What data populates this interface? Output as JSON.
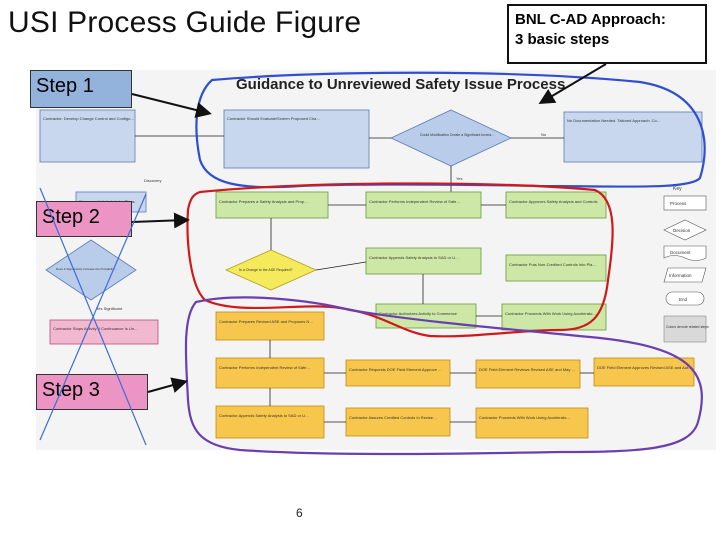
{
  "slide": {
    "title": "USI Process Guide Figure",
    "callout": "BNL C-AD Approach:\n3 basic steps",
    "page_number": "6",
    "steps": [
      "Step 1",
      "Step 2",
      "Step 3"
    ]
  },
  "flowchart": {
    "heading": "Guidance to Unreviewed Safety Issue Process",
    "legend": {
      "title": "Key",
      "items": [
        "Process",
        "Decision",
        "Document",
        "Information",
        "End"
      ],
      "note": "Colors denote related steps"
    },
    "labels": {
      "no": "No",
      "yes": "Yes",
      "yes_significant": "Yes Significant",
      "discovery": "Discovery"
    },
    "boxes": [
      "Contractor: Develop Change Control and Configuration Management Processes for Engineered and Administrative Safety Systems, and For Approved SAD, ASE And Supporting Controlled Documents",
      "Contractor Should Evaluate/Screen Proposed Changes to Accelerator Facilities, Approved Documentation, Operations or Organization; Ensure Processes Evaluate/Screen Maintenance on Credited Controls, Discoveries of Errors in Accelerator Facilities, New Requirements and Lessons Learned",
      "Could Modification Create a Significant Increase in the Probability of or Consequences From a Postulated Accident, Event or Condition, or Create a New Significant Accident Hazard?",
      "No Documentation Needed. Tailored Approach: Contractor Proceeds With Work Using Accelerator Safety Requirements and ISM Principles (All Work Must Be Planned)",
      "Discovery Activity Interim Plans",
      "Contractor Prepares a Safety Analysis and Proposes Controls",
      "Contractor Performs Independent Review of Safety Analysis and Controls",
      "Contractor Approves Safety Analysis and Controls",
      "Is a Change to the ASE Required?",
      "Contractor Appends Safety Analysis to SAD or Updates SAD",
      "Contractor Puts Non-Credited Controls Into Place If Any",
      "Does It Significantly Increase the Probability of or Consequences From Discovered Condition, Accident, Event or Condition Exists?",
      "Contractor Stops Activity If Continuance Is Unsafe and Notifies DOE Field Element",
      "Contractor Authorizes Activity to Commence",
      "Contractor Proceeds With Work Using Accelerator Safety Requirements and ISM Principles",
      "Contractor Prepares Revised ASE and Proposes Newly Modified Credited Controls",
      "Contractor Performs Independent Review of Safety Analysis, Proposed Credited Controls and Revised ASE",
      "Contractor Requests DOE Field Element Approve Revised ASE",
      "DOE Field Element Reviews Revised ASE and May Require Contractor to Perform Further Revisions to ASE",
      "DOE Field Element Approves Revised ASE and Authorizes Activity to Commence",
      "Contractor Appends Safety Analysis to SAD or Updates SAD and Implements Revised ASE",
      "Contractor Assures Credited Controls In Revised ASE Are In Place",
      "Contractor Proceeds With Work Using Accelerator Safety Requirements and ISM Principles"
    ]
  }
}
